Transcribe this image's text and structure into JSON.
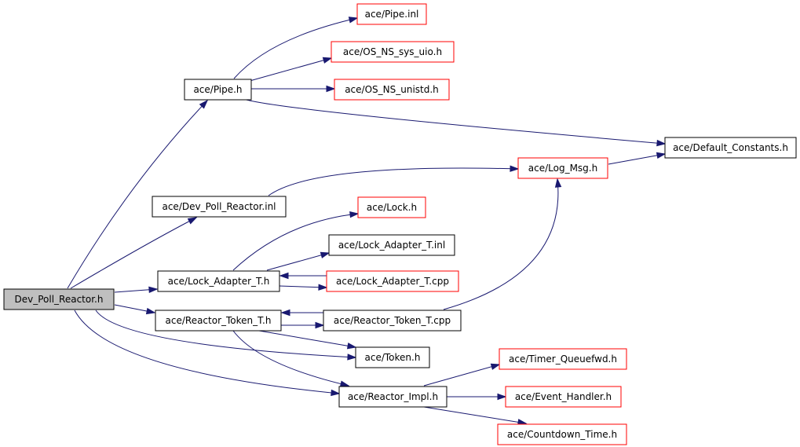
{
  "colors": {
    "edge": "#191970",
    "root_fill": "#bfbfbf",
    "normal_border": "#000000",
    "truncated_border": "#ff0000",
    "background": "#ffffff"
  },
  "nodes": [
    {
      "id": "root",
      "label": "Dev_Poll_Reactor.h",
      "style": "root"
    },
    {
      "id": "pipe_h",
      "label": "ace/Pipe.h",
      "style": "normal"
    },
    {
      "id": "pipe_inl",
      "label": "ace/Pipe.inl",
      "style": "truncated"
    },
    {
      "id": "os_sys_uio",
      "label": "ace/OS_NS_sys_uio.h",
      "style": "truncated"
    },
    {
      "id": "os_unistd",
      "label": "ace/OS_NS_unistd.h",
      "style": "truncated"
    },
    {
      "id": "default_constants",
      "label": "ace/Default_Constants.h",
      "style": "normal"
    },
    {
      "id": "dev_poll_inl",
      "label": "ace/Dev_Poll_Reactor.inl",
      "style": "normal"
    },
    {
      "id": "log_msg",
      "label": "ace/Log_Msg.h",
      "style": "truncated"
    },
    {
      "id": "lock_h",
      "label": "ace/Lock.h",
      "style": "truncated"
    },
    {
      "id": "lock_adapter_inl",
      "label": "ace/Lock_Adapter_T.inl",
      "style": "normal"
    },
    {
      "id": "lock_adapter_h",
      "label": "ace/Lock_Adapter_T.h",
      "style": "normal"
    },
    {
      "id": "lock_adapter_cpp",
      "label": "ace/Lock_Adapter_T.cpp",
      "style": "truncated"
    },
    {
      "id": "reactor_token_h",
      "label": "ace/Reactor_Token_T.h",
      "style": "normal"
    },
    {
      "id": "reactor_token_cpp",
      "label": "ace/Reactor_Token_T.cpp",
      "style": "normal"
    },
    {
      "id": "token_h",
      "label": "ace/Token.h",
      "style": "normal"
    },
    {
      "id": "timer_queuefwd",
      "label": "ace/Timer_Queuefwd.h",
      "style": "truncated"
    },
    {
      "id": "reactor_impl",
      "label": "ace/Reactor_Impl.h",
      "style": "normal"
    },
    {
      "id": "event_handler",
      "label": "ace/Event_Handler.h",
      "style": "truncated"
    },
    {
      "id": "countdown_time",
      "label": "ace/Countdown_Time.h",
      "style": "truncated"
    }
  ],
  "edges": [
    {
      "from": "root",
      "to": "pipe_h"
    },
    {
      "from": "root",
      "to": "dev_poll_inl"
    },
    {
      "from": "root",
      "to": "lock_adapter_h"
    },
    {
      "from": "root",
      "to": "reactor_token_h"
    },
    {
      "from": "root",
      "to": "token_h"
    },
    {
      "from": "root",
      "to": "reactor_impl"
    },
    {
      "from": "pipe_h",
      "to": "pipe_inl"
    },
    {
      "from": "pipe_h",
      "to": "os_sys_uio"
    },
    {
      "from": "pipe_h",
      "to": "os_unistd"
    },
    {
      "from": "pipe_h",
      "to": "default_constants"
    },
    {
      "from": "dev_poll_inl",
      "to": "log_msg"
    },
    {
      "from": "log_msg",
      "to": "default_constants"
    },
    {
      "from": "lock_adapter_h",
      "to": "lock_h"
    },
    {
      "from": "lock_adapter_h",
      "to": "lock_adapter_inl"
    },
    {
      "from": "lock_adapter_h",
      "to": "lock_adapter_cpp"
    },
    {
      "from": "lock_adapter_cpp",
      "to": "lock_adapter_h"
    },
    {
      "from": "reactor_token_h",
      "to": "reactor_token_cpp"
    },
    {
      "from": "reactor_token_cpp",
      "to": "reactor_token_h"
    },
    {
      "from": "reactor_token_cpp",
      "to": "log_msg"
    },
    {
      "from": "reactor_token_h",
      "to": "token_h"
    },
    {
      "from": "reactor_token_h",
      "to": "reactor_impl"
    },
    {
      "from": "reactor_impl",
      "to": "timer_queuefwd"
    },
    {
      "from": "reactor_impl",
      "to": "event_handler"
    },
    {
      "from": "reactor_impl",
      "to": "countdown_time"
    }
  ]
}
